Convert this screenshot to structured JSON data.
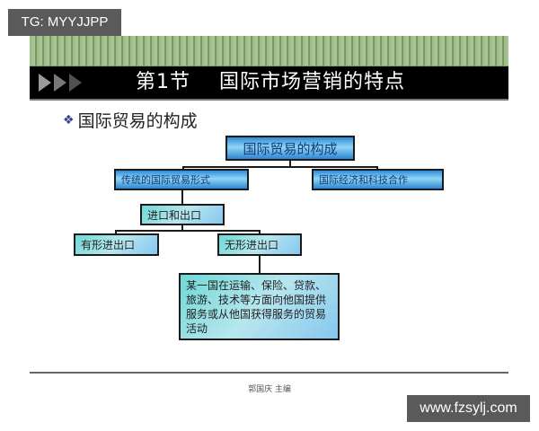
{
  "watermarks": {
    "top_left": "TG: MYYJJPP",
    "bottom_right": "www.fzsylj.com"
  },
  "slide": {
    "header": {
      "title": "第1节    国际市场营销的特点",
      "arrow_icons": [
        "play-arrow-icon",
        "play-arrow-icon",
        "play-arrow-icon"
      ],
      "colors": {
        "stripe": "#9cbb88",
        "bar": "#000000"
      }
    },
    "subheading": {
      "bullet_icon": "diamond-bullet-icon",
      "text": "国际贸易的构成"
    },
    "diagram": {
      "root": "国际贸易的构成",
      "level1": [
        "传统的国际贸易形式",
        "国际经济和科技合作"
      ],
      "level2": "进口和出口",
      "level3": [
        "有形进出口",
        "无形进出口"
      ],
      "description": "某一国在运输、保险、贷款、旅游、技术等方面向他国提供服务或从他国获得服务的贸易活动",
      "colors": {
        "blue_box": "#2f8bd8",
        "aqua_box": "#8fd8e0"
      }
    },
    "footer": {
      "author": "郭国庆  主编"
    }
  }
}
